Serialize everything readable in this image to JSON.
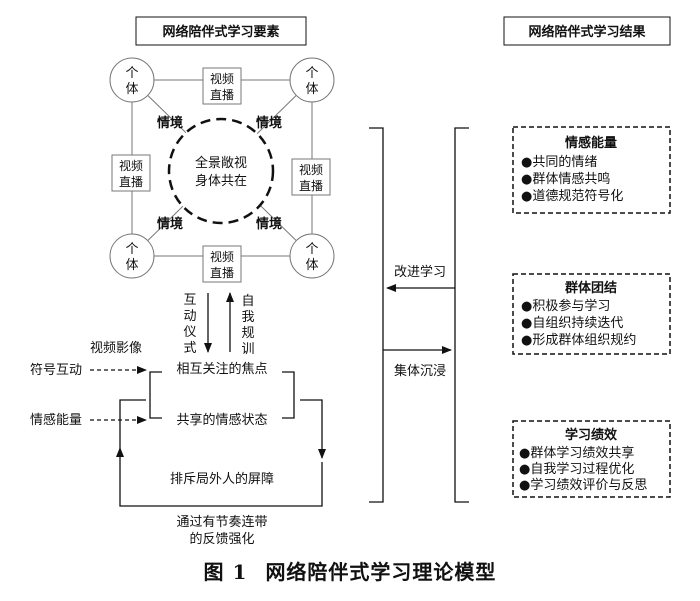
{
  "headers": {
    "left": "网络陪伴式学习要素",
    "right": "网络陪伴式学习结果"
  },
  "individual": [
    "个",
    "体"
  ],
  "video_live": [
    "视频",
    "直播"
  ],
  "context": "情境",
  "center": [
    "全景敞视",
    "身体共在"
  ],
  "interaction_ritual": [
    "互",
    "动",
    "仪",
    "式"
  ],
  "self_discipline": [
    "自",
    "我",
    "规",
    "训"
  ],
  "inputs": {
    "video_image": "视频影像",
    "symbol_interaction": "符号互动",
    "emotional_energy": "情感能量"
  },
  "loop": {
    "focus": "相互关注的焦点",
    "shared": "共享的情感状态",
    "barrier": "排斥局外人的屏障",
    "feedback": [
      "通过有节奏连带",
      "的反馈强化"
    ]
  },
  "middle": {
    "improve": "改进学习",
    "immersion": "集体沉浸"
  },
  "results": [
    {
      "title": "情感能量",
      "items": [
        "共同的情绪",
        "群体情感共鸣",
        "道德规范符号化"
      ]
    },
    {
      "title": "群体团结",
      "items": [
        "积极参与学习",
        "自组织持续迭代",
        "形成群体组织规约"
      ]
    },
    {
      "title": "学习绩效",
      "items": [
        "群体学习绩效共享",
        "自我学习过程优化",
        "学习绩效评价与反思"
      ]
    }
  ],
  "bullet": "●",
  "caption": {
    "number": "图 1",
    "title": "网络陪伴式学习理论模型"
  }
}
